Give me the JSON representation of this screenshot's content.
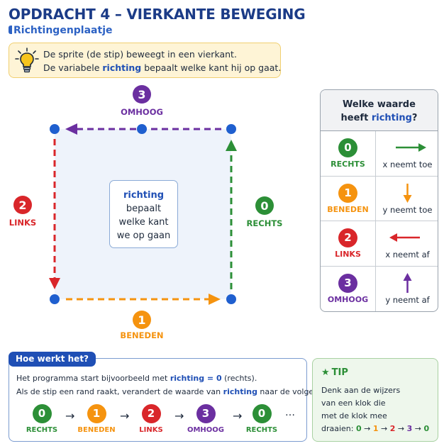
{
  "header": {
    "title": "OPDRACHT 4 – VIERKANTE BEWEGING",
    "subtitle": "Richtingenplaatje"
  },
  "intro": {
    "line1": "De sprite (de stip) beweegt in een vierkant.",
    "line2_before": "De variabele ",
    "line2_keyword": "richting",
    "line2_after": " bepaalt welke kant hij op gaat."
  },
  "colors": {
    "rechts": "#2c8f37",
    "beneden": "#f5930f",
    "links": "#d9262a",
    "omhoog": "#6b2fa0",
    "dot": "#1f5fcf",
    "keyword": "#1f4fb5"
  },
  "directions": [
    {
      "value": "0",
      "name": "RECHTS",
      "color": "#2c8f37",
      "arrow_icon": "arrow-right-icon",
      "desc": "x neemt toe"
    },
    {
      "value": "1",
      "name": "BENEDEN",
      "color": "#f5930f",
      "arrow_icon": "arrow-down-icon",
      "desc": "y neemt toe"
    },
    {
      "value": "2",
      "name": "LINKS",
      "color": "#d9262a",
      "arrow_icon": "arrow-left-icon",
      "desc": "x neemt af"
    },
    {
      "value": "3",
      "name": "OMHOOG",
      "color": "#6b2fa0",
      "arrow_icon": "arrow-up-icon",
      "desc": "y neemt af"
    }
  ],
  "center_box": {
    "keyword": "richting",
    "line2": "bepaalt",
    "line3": "welke kant",
    "line4": "we op gaan"
  },
  "table": {
    "header_line1": "Welke waarde",
    "header_line2_before": "heeft ",
    "header_keyword": "richting",
    "header_line2_after": "?"
  },
  "how": {
    "tag": "Hoe werkt het?",
    "p1_before": "Het programma start bijvoorbeeld met ",
    "p1_code": "richting = 0",
    "p1_after": " (rechts).",
    "p2_before": "Als de stip een rand raakt, verandert de waarde van ",
    "p2_keyword": "richting",
    "p2_after": " naar de volgende kant:",
    "chain": [
      {
        "value": "0",
        "name": "RECHTS",
        "color": "#2c8f37"
      },
      {
        "value": "1",
        "name": "BENEDEN",
        "color": "#f5930f"
      },
      {
        "value": "2",
        "name": "LINKS",
        "color": "#d9262a"
      },
      {
        "value": "3",
        "name": "OMHOOG",
        "color": "#6b2fa0"
      },
      {
        "value": "0",
        "name": "RECHTS",
        "color": "#2c8f37"
      }
    ],
    "arrow": "→",
    "ellipsis": "…"
  },
  "tip": {
    "title": "TIP",
    "icon": "star-icon",
    "line1": "Denk aan de wijzers",
    "line2": "van een klok die",
    "line3": "met de klok mee",
    "line4": "draaien:",
    "sequence": [
      "0",
      "1",
      "2",
      "3",
      "0"
    ],
    "seq_arrow": "→"
  }
}
